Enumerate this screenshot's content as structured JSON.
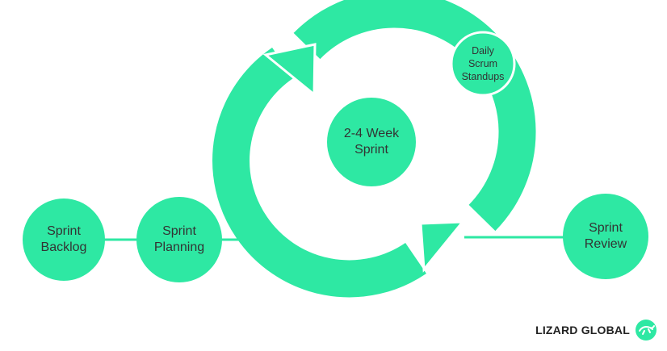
{
  "colors": {
    "accent": "#2EE8A3",
    "text": "#333333",
    "brand_text": "#222222",
    "connector": "#2EE8A3"
  },
  "nodes": {
    "sprint_backlog": {
      "line1": "Sprint",
      "line2": "Backlog"
    },
    "sprint_planning": {
      "line1": "Sprint",
      "line2": "Planning"
    },
    "sprint_cycle": {
      "line1": "2-4 Week",
      "line2": "Sprint"
    },
    "daily_scrum": {
      "line1": "Daily",
      "line2": "Scrum",
      "line3": "Standups"
    },
    "sprint_review": {
      "line1": "Sprint",
      "line2": "Review"
    }
  },
  "brand": {
    "name": "LIZARD GLOBAL",
    "icon": "lizard-logo-icon"
  }
}
